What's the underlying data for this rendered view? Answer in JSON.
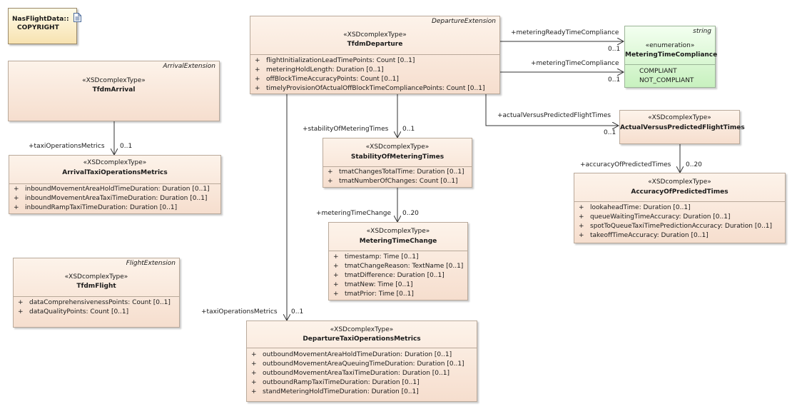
{
  "copyright_note": {
    "package": "NasFlightData::",
    "name": "COPYRIGHT",
    "icon": "document-icon"
  },
  "classes": {
    "tfdm_arrival": {
      "extension": "ArrivalExtension",
      "stereotype": "«XSDcomplexType»",
      "name": "TfdmArrival",
      "attributes": []
    },
    "arrival_taxi": {
      "extension": "",
      "stereotype": "«XSDcomplexType»",
      "name": "ArrivalTaxiOperationsMetrics",
      "attributes": [
        "inboundMovementAreaHoldTimeDuration: Duration [0..1]",
        "inboundMovementAreaTaxiTimeDuration: Duration [0..1]",
        "inboundRampTaxiTimeDuration: Duration [0..1]"
      ]
    },
    "tfdm_flight": {
      "extension": "FlightExtension",
      "stereotype": "«XSDcomplexType»",
      "name": "TfdmFlight",
      "attributes": [
        "dataComprehensivenessPoints: Count [0..1]",
        "dataQualityPoints: Count [0..1]"
      ]
    },
    "tfdm_departure": {
      "extension": "DepartureExtension",
      "stereotype": "«XSDcomplexType»",
      "name": "TfdmDeparture",
      "attributes": [
        "flightInitializationLeadTimePoints: Count [0..1]",
        "meteringHoldLength: Duration [0..1]",
        "offBlockTimeAccuracyPoints: Count [0..1]",
        "timelyProvisionOfActualOffBlockTimeCompliancePoints: Count [0..1]"
      ]
    },
    "metering_compliance": {
      "extension": "string",
      "stereotype": "«enumeration»",
      "name": "MeteringTimeCompliance",
      "attributes": [
        "COMPLIANT",
        "NOT_COMPLIANT"
      ]
    },
    "actual_vs_predicted": {
      "extension": "",
      "stereotype": "«XSDcomplexType»",
      "name": "ActualVersusPredictedFlightTimes",
      "attributes": []
    },
    "accuracy_predicted": {
      "extension": "",
      "stereotype": "«XSDcomplexType»",
      "name": "AccuracyOfPredictedTimes",
      "attributes": [
        "lookaheadTime: Duration [0..1]",
        "queueWaitingTimeAccuracy: Duration [0..1]",
        "spotToQueueTaxiTimePredictionAccuracy: Duration [0..1]",
        "takeoffTimeAccuracy: Duration [0..1]"
      ]
    },
    "stability": {
      "extension": "",
      "stereotype": "«XSDcomplexType»",
      "name": "StabilityOfMeteringTimes",
      "attributes": [
        "tmatChangesTotalTime: Duration [0..1]",
        "tmatNumberOfChanges: Count [0..1]"
      ]
    },
    "metering_change": {
      "extension": "",
      "stereotype": "«XSDcomplexType»",
      "name": "MeteringTimeChange",
      "attributes": [
        "timestamp: Time [0..1]",
        "tmatChangeReason: TextName [0..1]",
        "tmatDifference: Duration [0..1]",
        "tmatNew: Time [0..1]",
        "tmatPrior: Time [0..1]"
      ]
    },
    "departure_taxi": {
      "extension": "",
      "stereotype": "«XSDcomplexType»",
      "name": "DepartureTaxiOperationsMetrics",
      "attributes": [
        "outboundMovementAreaHoldTimeDuration: Duration [0..1]",
        "outboundMovementAreaQueuingTimeDuration: Duration [0..1]",
        "outboundMovementAreaTaxiTimeDuration: Duration [0..1]",
        "outboundRampTaxiTimeDuration: Duration [0..1]",
        "standMeteringHoldTimeDuration: Duration [0..1]"
      ]
    }
  },
  "associations": [
    {
      "from": "TfdmArrival",
      "to": "ArrivalTaxiOperationsMetrics",
      "role": "+taxiOperationsMetrics",
      "multiplicity": "0..1"
    },
    {
      "from": "TfdmDeparture",
      "to": "MeteringTimeCompliance",
      "role": "+meteringReadyTimeCompliance",
      "multiplicity": "0..1"
    },
    {
      "from": "TfdmDeparture",
      "to": "MeteringTimeCompliance",
      "role": "+meteringTimeCompliance",
      "multiplicity": "0..1"
    },
    {
      "from": "TfdmDeparture",
      "to": "ActualVersusPredictedFlightTimes",
      "role": "+actualVersusPredictedFlightTimes",
      "multiplicity": "0..1"
    },
    {
      "from": "ActualVersusPredictedFlightTimes",
      "to": "AccuracyOfPredictedTimes",
      "role": "+accuracyOfPredictedTimes",
      "multiplicity": "0..20"
    },
    {
      "from": "TfdmDeparture",
      "to": "StabilityOfMeteringTimes",
      "role": "+stabilityOfMeteringTimes",
      "multiplicity": "0..1"
    },
    {
      "from": "StabilityOfMeteringTimes",
      "to": "MeteringTimeChange",
      "role": "+meteringTimeChange",
      "multiplicity": "0..20"
    },
    {
      "from": "TfdmDeparture",
      "to": "DepartureTaxiOperationsMetrics",
      "role": "+taxiOperationsMetrics",
      "multiplicity": "0..1"
    }
  ]
}
